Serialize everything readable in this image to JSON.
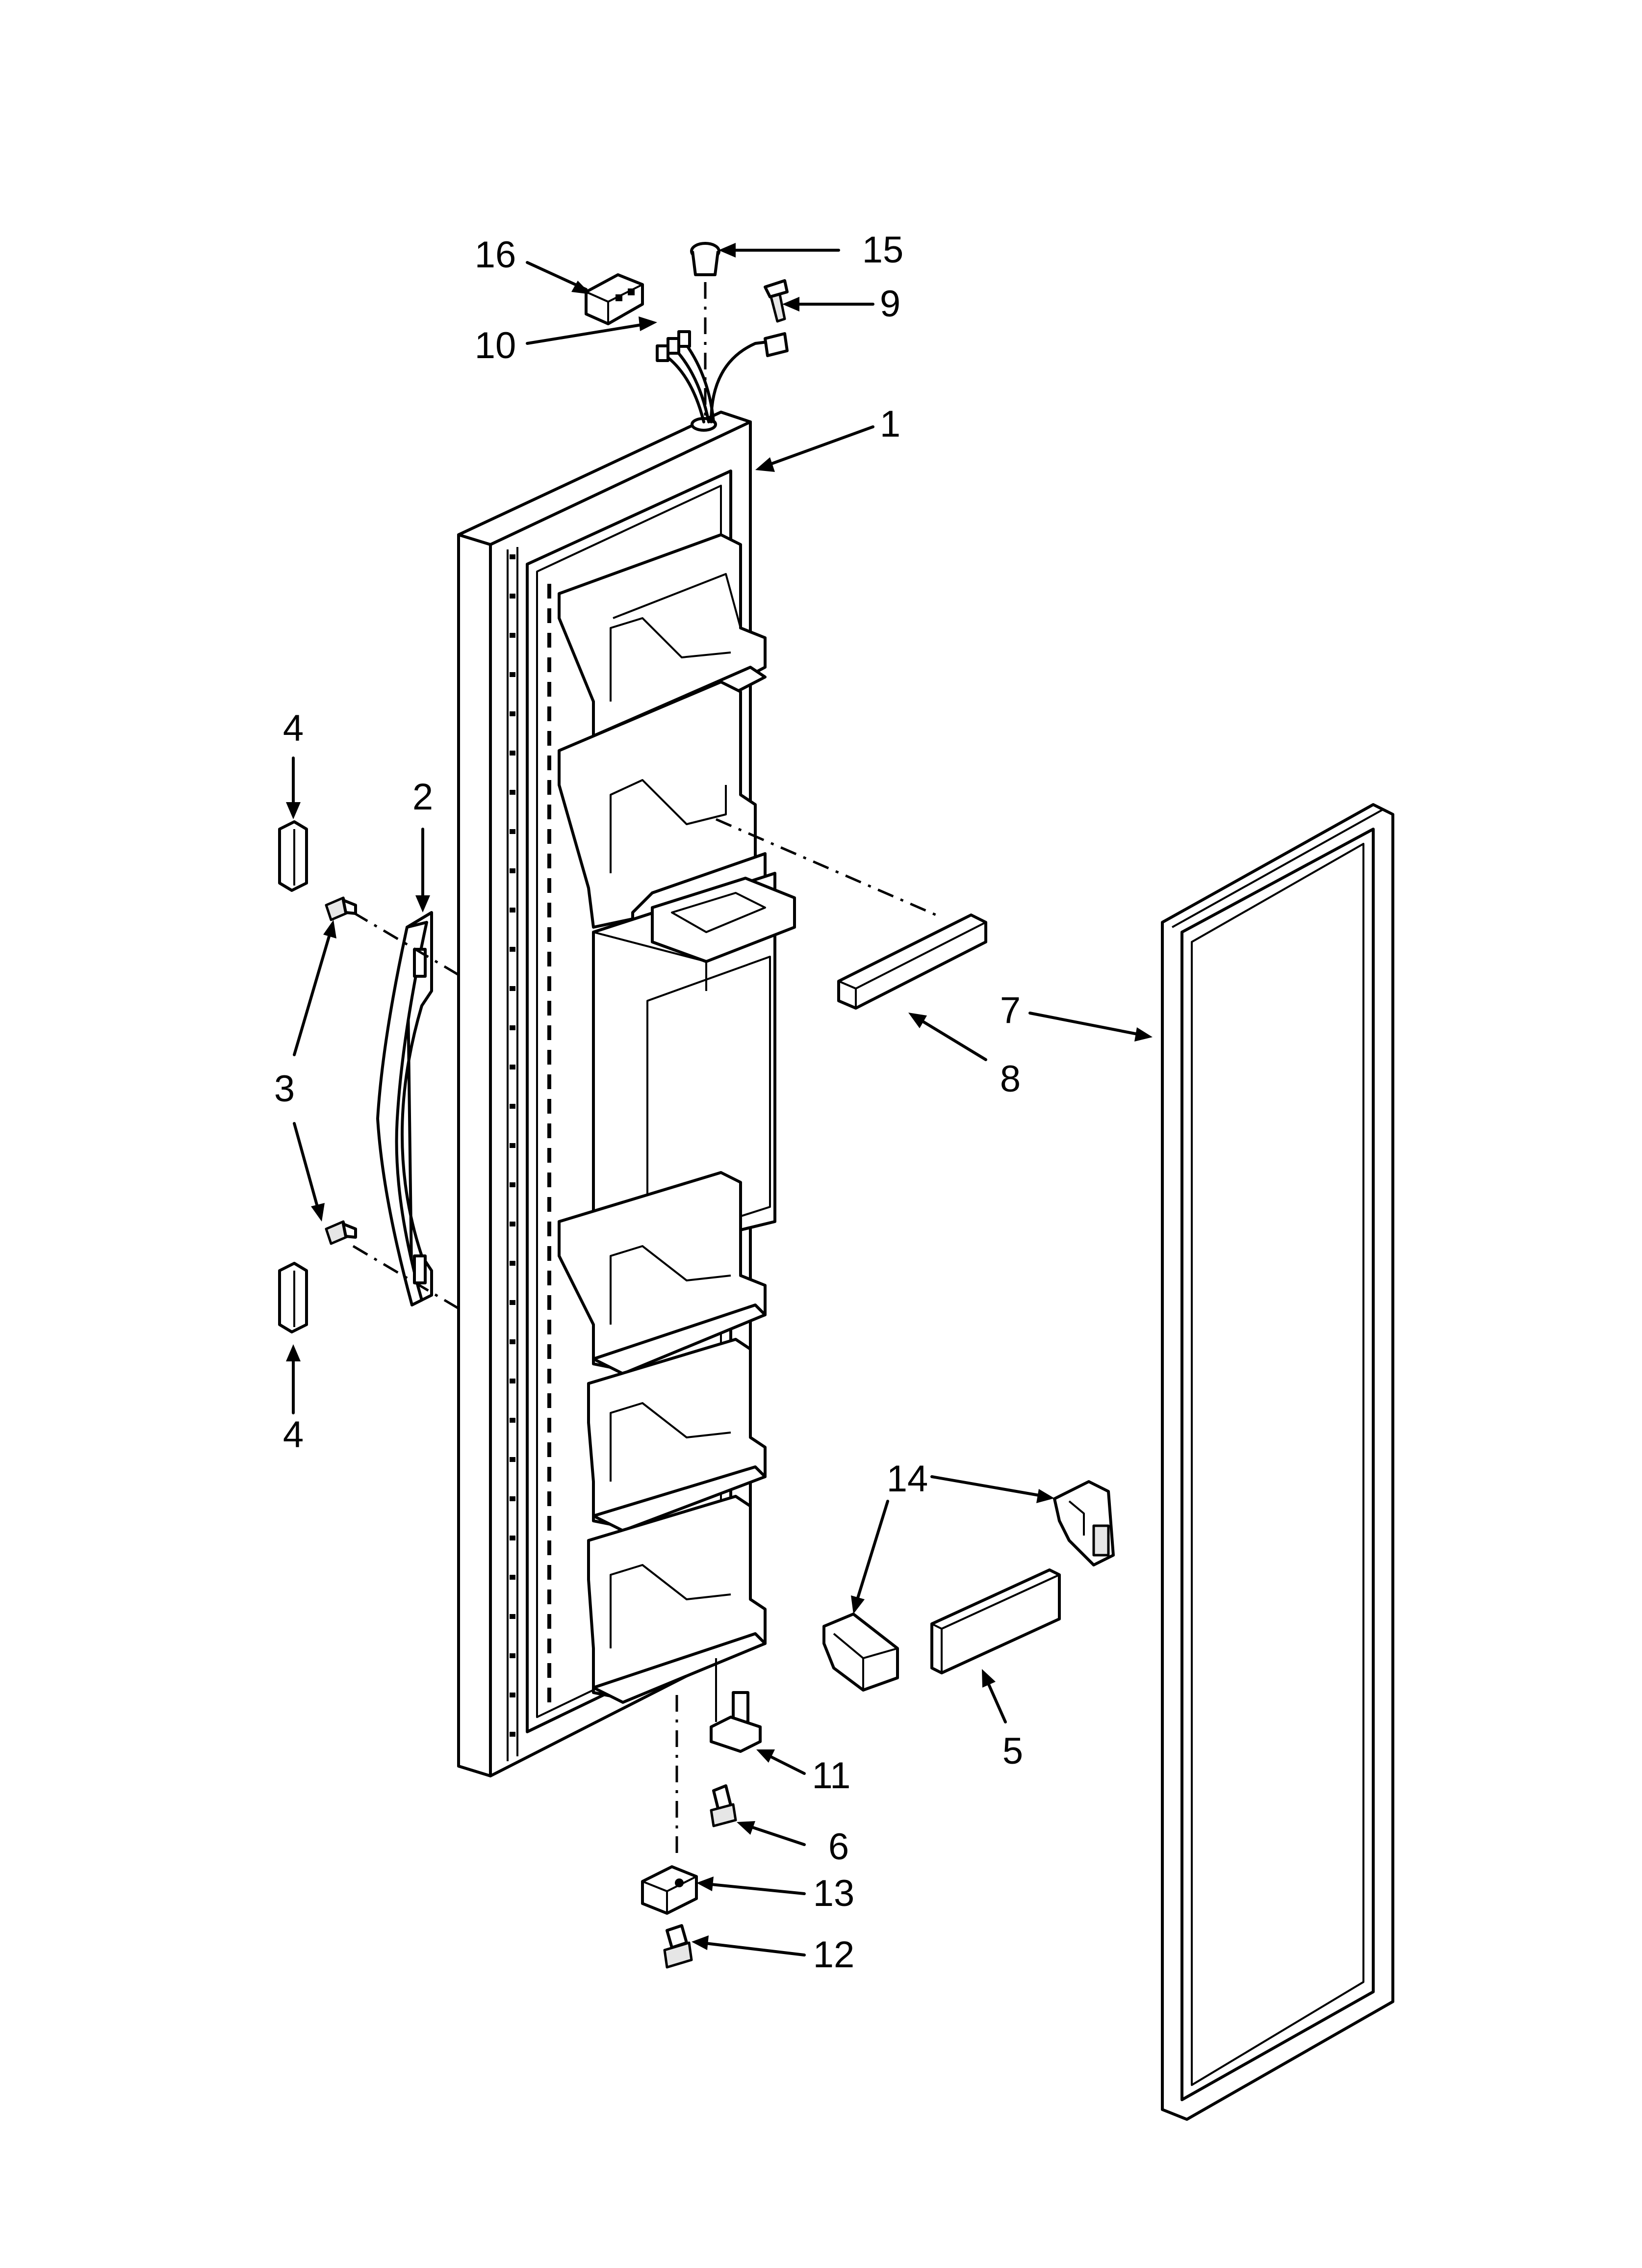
{
  "callouts": [
    {
      "id": "1",
      "text": "1"
    },
    {
      "id": "2",
      "text": "2"
    },
    {
      "id": "3",
      "text": "3"
    },
    {
      "id": "4a",
      "text": "4"
    },
    {
      "id": "4b",
      "text": "4"
    },
    {
      "id": "5",
      "text": "5"
    },
    {
      "id": "6",
      "text": "6"
    },
    {
      "id": "7",
      "text": "7"
    },
    {
      "id": "8",
      "text": "8"
    },
    {
      "id": "9",
      "text": "9"
    },
    {
      "id": "10",
      "text": "10"
    },
    {
      "id": "11",
      "text": "11"
    },
    {
      "id": "12",
      "text": "12"
    },
    {
      "id": "13",
      "text": "13"
    },
    {
      "id": "14",
      "text": "14"
    },
    {
      "id": "15",
      "text": "15"
    },
    {
      "id": "16",
      "text": "16"
    }
  ]
}
